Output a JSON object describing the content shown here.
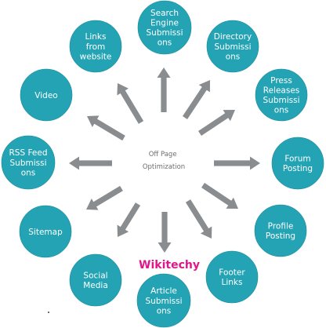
{
  "center": {
    "lines": [
      "Off Page",
      "Optimization"
    ]
  },
  "brand": {
    "text": "Wikitechy",
    "color": "#e0168a"
  },
  "colors": {
    "node_fill": "#23a3b3",
    "arrow_fill": "#8a8d8f"
  },
  "nodes": [
    {
      "id": "search-engine-submissions",
      "lines": [
        "Search",
        "Engine",
        "Submissi",
        "ons"
      ]
    },
    {
      "id": "directory-submissions",
      "lines": [
        "Directory",
        "Submissi",
        "ons"
      ]
    },
    {
      "id": "press-releases-submissions",
      "lines": [
        "Press",
        "Releases",
        "Submissi",
        "ons"
      ]
    },
    {
      "id": "forum-posting",
      "lines": [
        "Forum",
        "Posting"
      ]
    },
    {
      "id": "profile-posting",
      "lines": [
        "Profile",
        "Posting"
      ]
    },
    {
      "id": "footer-links",
      "lines": [
        "Footer",
        "Links"
      ]
    },
    {
      "id": "article-submissions",
      "lines": [
        "Article",
        "Submissi",
        "ons"
      ]
    },
    {
      "id": "social-media",
      "lines": [
        "Social",
        "Media"
      ]
    },
    {
      "id": "sitemap",
      "lines": [
        "Sitemap"
      ]
    },
    {
      "id": "rss-feed-submissions",
      "lines": [
        "RSS Feed",
        "Submissi",
        "ons"
      ]
    },
    {
      "id": "video",
      "lines": [
        "Video"
      ]
    },
    {
      "id": "links-from-website",
      "lines": [
        "Links",
        "from",
        "website"
      ]
    }
  ]
}
